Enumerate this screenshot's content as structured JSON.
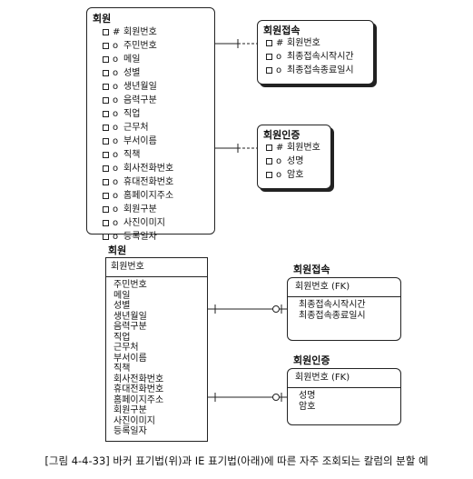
{
  "barker": {
    "member": {
      "title": "회원",
      "attributes": [
        {
          "mark": "#",
          "name": "회원번호"
        },
        {
          "mark": "o",
          "name": "주민번호"
        },
        {
          "mark": "o",
          "name": "메일"
        },
        {
          "mark": "o",
          "name": "성별"
        },
        {
          "mark": "o",
          "name": "생년월일"
        },
        {
          "mark": "o",
          "name": "음력구분"
        },
        {
          "mark": "o",
          "name": "직업"
        },
        {
          "mark": "o",
          "name": "근무처"
        },
        {
          "mark": "o",
          "name": "부서이름"
        },
        {
          "mark": "o",
          "name": "직책"
        },
        {
          "mark": "o",
          "name": "회사전화번호"
        },
        {
          "mark": "o",
          "name": "휴대전화번호"
        },
        {
          "mark": "o",
          "name": "홈페이지주소"
        },
        {
          "mark": "o",
          "name": "회원구분"
        },
        {
          "mark": "o",
          "name": "사진이미지"
        },
        {
          "mark": "o",
          "name": "등록일자"
        }
      ]
    },
    "access": {
      "title": "회원접속",
      "attributes": [
        {
          "mark": "#",
          "name": "회원번호"
        },
        {
          "mark": "o",
          "name": "최종접속시작시간"
        },
        {
          "mark": "o",
          "name": "최종접속종료일시"
        }
      ]
    },
    "auth": {
      "title": "회원인증",
      "attributes": [
        {
          "mark": "#",
          "name": "회원번호"
        },
        {
          "mark": "o",
          "name": "성명"
        },
        {
          "mark": "o",
          "name": "암호"
        }
      ]
    }
  },
  "ie": {
    "member": {
      "title": "회원",
      "key": "회원번호",
      "attributes": [
        "주민번호",
        "메일",
        "성별",
        "생년월일",
        "음력구분",
        "직업",
        "근무처",
        "부서이름",
        "직책",
        "회사전화번호",
        "휴대전화번호",
        "홈페이지주소",
        "회원구분",
        "사진이미지",
        "등록일자"
      ]
    },
    "access": {
      "title": "회원접속",
      "key": "회원번호 (FK)",
      "attributes": [
        "최종접속시작시간",
        "최종접속종료일시"
      ]
    },
    "auth": {
      "title": "회원인증",
      "key": "회원번호 (FK)",
      "attributes": [
        "성명",
        "암호"
      ]
    }
  },
  "caption": "[그림 4-4-33] 바커 표기법(위)과 IE 표기법(아래)에 따른 자주 조회되는 칼럼의 분할 예"
}
